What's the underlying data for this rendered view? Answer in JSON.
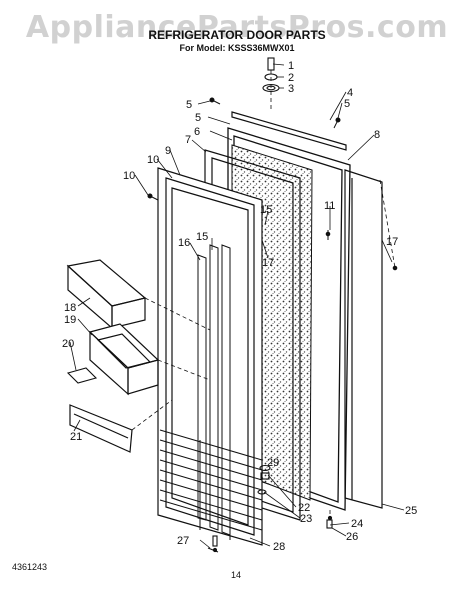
{
  "watermark": "AppliancePartsPros.com",
  "title": "REFRIGERATOR DOOR PARTS",
  "model_line": "For Model: KSSS36MWX01",
  "footer": {
    "left_code": "4361243",
    "page_number": "14"
  },
  "callouts": [
    "1",
    "2",
    "3",
    "4",
    "5",
    "5",
    "5",
    "6",
    "7",
    "8",
    "9",
    "10",
    "10",
    "11",
    "15",
    "15",
    "16",
    "17",
    "17",
    "18",
    "19",
    "20",
    "21",
    "22",
    "23",
    "24",
    "25",
    "26",
    "27",
    "28",
    "29"
  ],
  "colors": {
    "line": "#111111",
    "watermark": "#c9c9c9",
    "background": "#ffffff"
  }
}
